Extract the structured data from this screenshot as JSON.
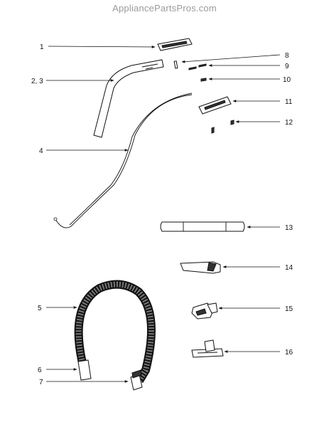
{
  "watermark": "AppliancePartsPros.com",
  "callouts": {
    "c1": "1",
    "c23": "2, 3",
    "c4": "4",
    "c5": "5",
    "c6": "6",
    "c7": "7",
    "c8": "8",
    "c9": "9",
    "c10": "10",
    "c11": "11",
    "c12": "12",
    "c13": "13",
    "c14": "14",
    "c15": "15",
    "c16": "16"
  }
}
